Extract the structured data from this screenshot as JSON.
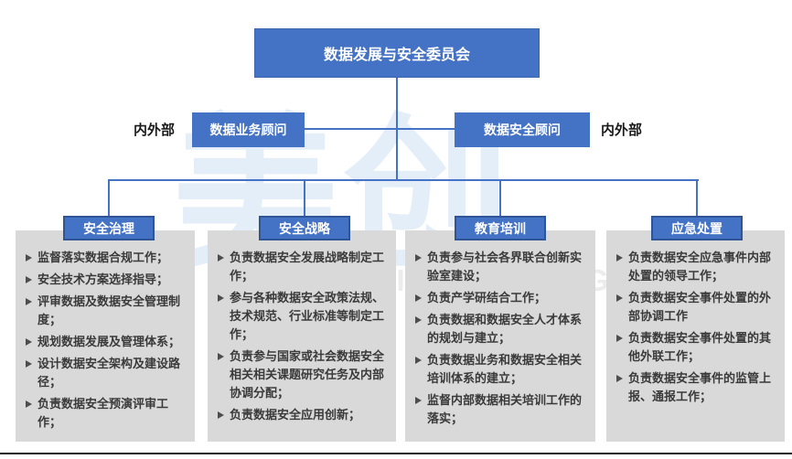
{
  "committee": {
    "title": "数据发展与安全委员会"
  },
  "advisors": {
    "left_label": "内外部",
    "right_label": "内外部",
    "business_advisor": "数据业务顾问",
    "security_advisor": "数据安全顾问"
  },
  "watermark": {
    "cn": "美创",
    "en": "MEICHUANG"
  },
  "columns": [
    {
      "title": "安全治理",
      "items": [
        "监督落实数据合规工作；",
        "安全技术方案选择指导；",
        "评审数据及数据安全管理制度；",
        "规划数据发展及管理体系；",
        "设计数据安全架构及建设路径；",
        "负责数据安全预演评审工作；"
      ]
    },
    {
      "title": "安全战略",
      "items": [
        "负责数据安全发展战略制定工作；",
        "参与各种数据安全政策法规、技术规范、行业标准等制定工作；",
        "负责参与国家或社会数据安全相关相关课题研究任务及内部协调分配；",
        "负责数据安全应用创新；"
      ]
    },
    {
      "title": "教育培训",
      "items": [
        "负责参与社会各界联合创新实验室建设；",
        "负责产学研结合工作；",
        "负责数据和数据安全人才体系的规划与建立；",
        "负责数据业务和数据安全相关培训体系的建立；",
        "监督内部数据相关培训工作的落实；"
      ]
    },
    {
      "title": "应急处置",
      "items": [
        "负责数据安全应急事件内部处置的领导工作；",
        "负责数据安全事件处置的外部协调工作",
        "负责数据安全事件处置的其他外联工作；",
        "负责数据安全事件的监管上报、通报工作；"
      ]
    }
  ],
  "colors": {
    "accent_blue": "#4472C4",
    "header_border": "#2F5597",
    "panel_gray": "#D9D9D9",
    "body_text": "#3A3A3A"
  }
}
